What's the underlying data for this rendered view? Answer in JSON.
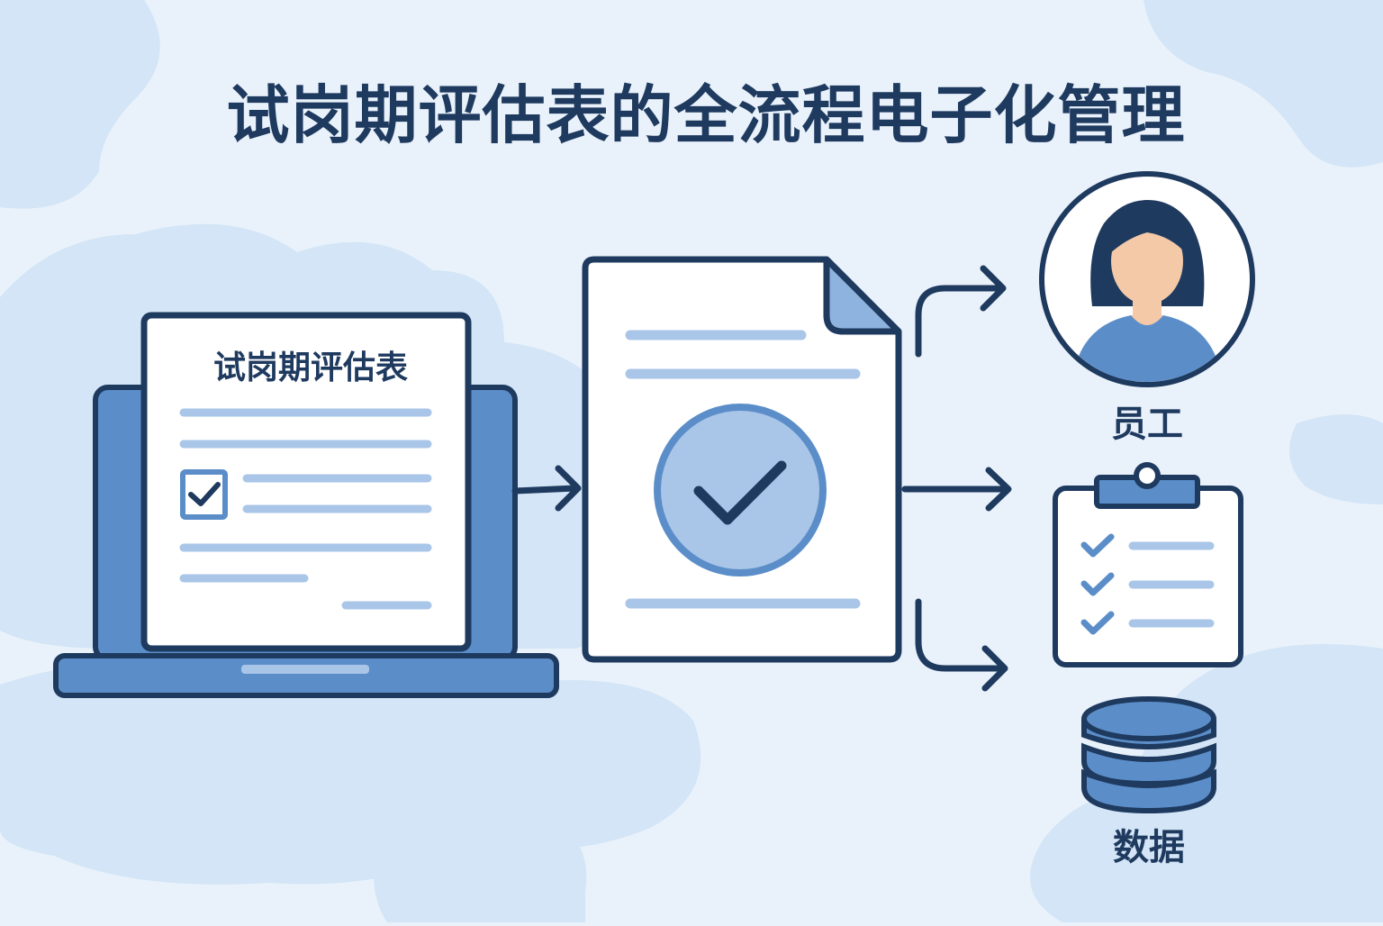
{
  "title": "试岗期评估表的全流程电子化管理",
  "form": {
    "title": "试岗期评估表"
  },
  "outputs": {
    "employee_label": "员工",
    "data_label": "数据"
  },
  "icons": {
    "laptop": "laptop-icon",
    "form": "form-document-icon",
    "approved_doc": "approved-document-icon",
    "employee": "employee-avatar-icon",
    "clipboard": "checklist-clipboard-icon",
    "database": "database-icon"
  },
  "colors": {
    "dark": "#1f3a5f",
    "mid": "#5b8ec9",
    "light": "#a9c6e8",
    "paper": "#ffffff",
    "background": "#e9f2fb",
    "cloud": "#d3e5f6"
  }
}
